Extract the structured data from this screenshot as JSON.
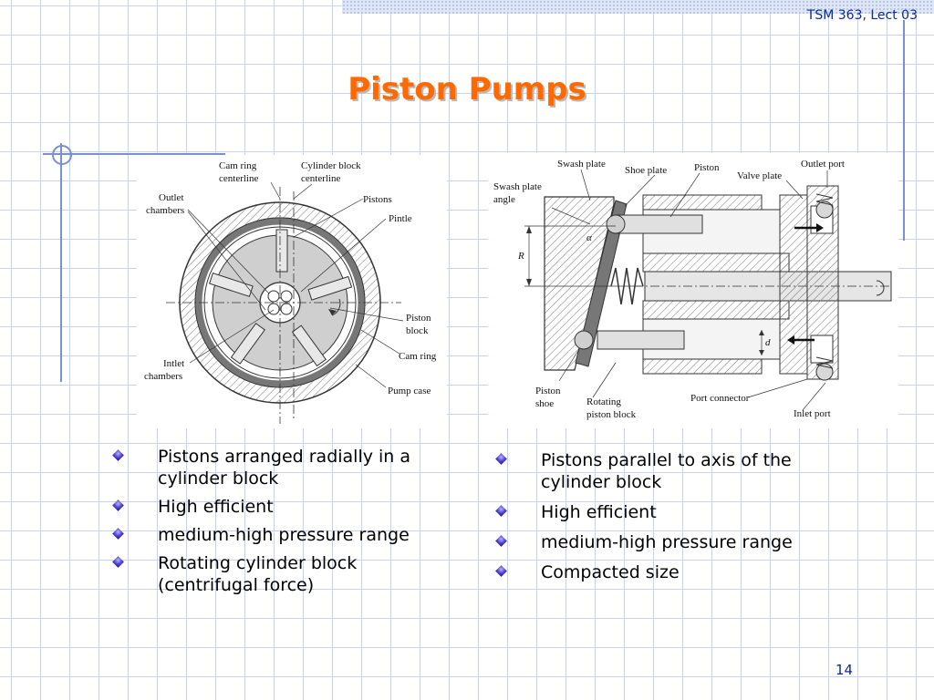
{
  "header": {
    "course_label": "TSM 363, Lect 03"
  },
  "slide": {
    "title": "Piston Pumps",
    "page_number": "14"
  },
  "radial_figure": {
    "labels": {
      "cam_ring_centerline": [
        "Cam ring",
        "centerline"
      ],
      "cylinder_block_centerline": [
        "Cylinder block",
        "centerline"
      ],
      "outlet_chambers": [
        "Outlet",
        "chambers"
      ],
      "pistons": "Pistons",
      "pintle": "Pintle",
      "piston_block": [
        "Piston",
        "block"
      ],
      "cam_ring": "Cam ring",
      "intlet_chambers": [
        "Intlet",
        "chambers"
      ],
      "pump_case": "Pump case"
    }
  },
  "axial_figure": {
    "labels": {
      "swash_plate": "Swash plate",
      "swash_plate_angle": [
        "Swash plate",
        "angle"
      ],
      "shoe_plate": "Shoe plate",
      "piston": "Piston",
      "valve_plate": "Valve plate",
      "outlet_port": "Outlet port",
      "alpha": "α",
      "r": "R",
      "d": "d",
      "piston_shoe": [
        "Piston",
        "shoe"
      ],
      "rotating_piston_block": [
        "Rotating",
        "piston block"
      ],
      "port_connector": "Port connector",
      "inlet_port": "Inlet port"
    }
  },
  "left_bullets": [
    "Pistons arranged radially in a cylinder block",
    "High efficient",
    "medium-high pressure range",
    "Rotating cylinder block (centrifugal force)"
  ],
  "right_bullets": [
    "Pistons parallel to axis of the cylinder block",
    "High efficient",
    "medium-high pressure range",
    "Compacted size"
  ],
  "colors": {
    "title": "#ff6a00",
    "header_text": "#0a2a96",
    "grid": "#c9d2ea",
    "bullet": "#4a3fd0"
  }
}
